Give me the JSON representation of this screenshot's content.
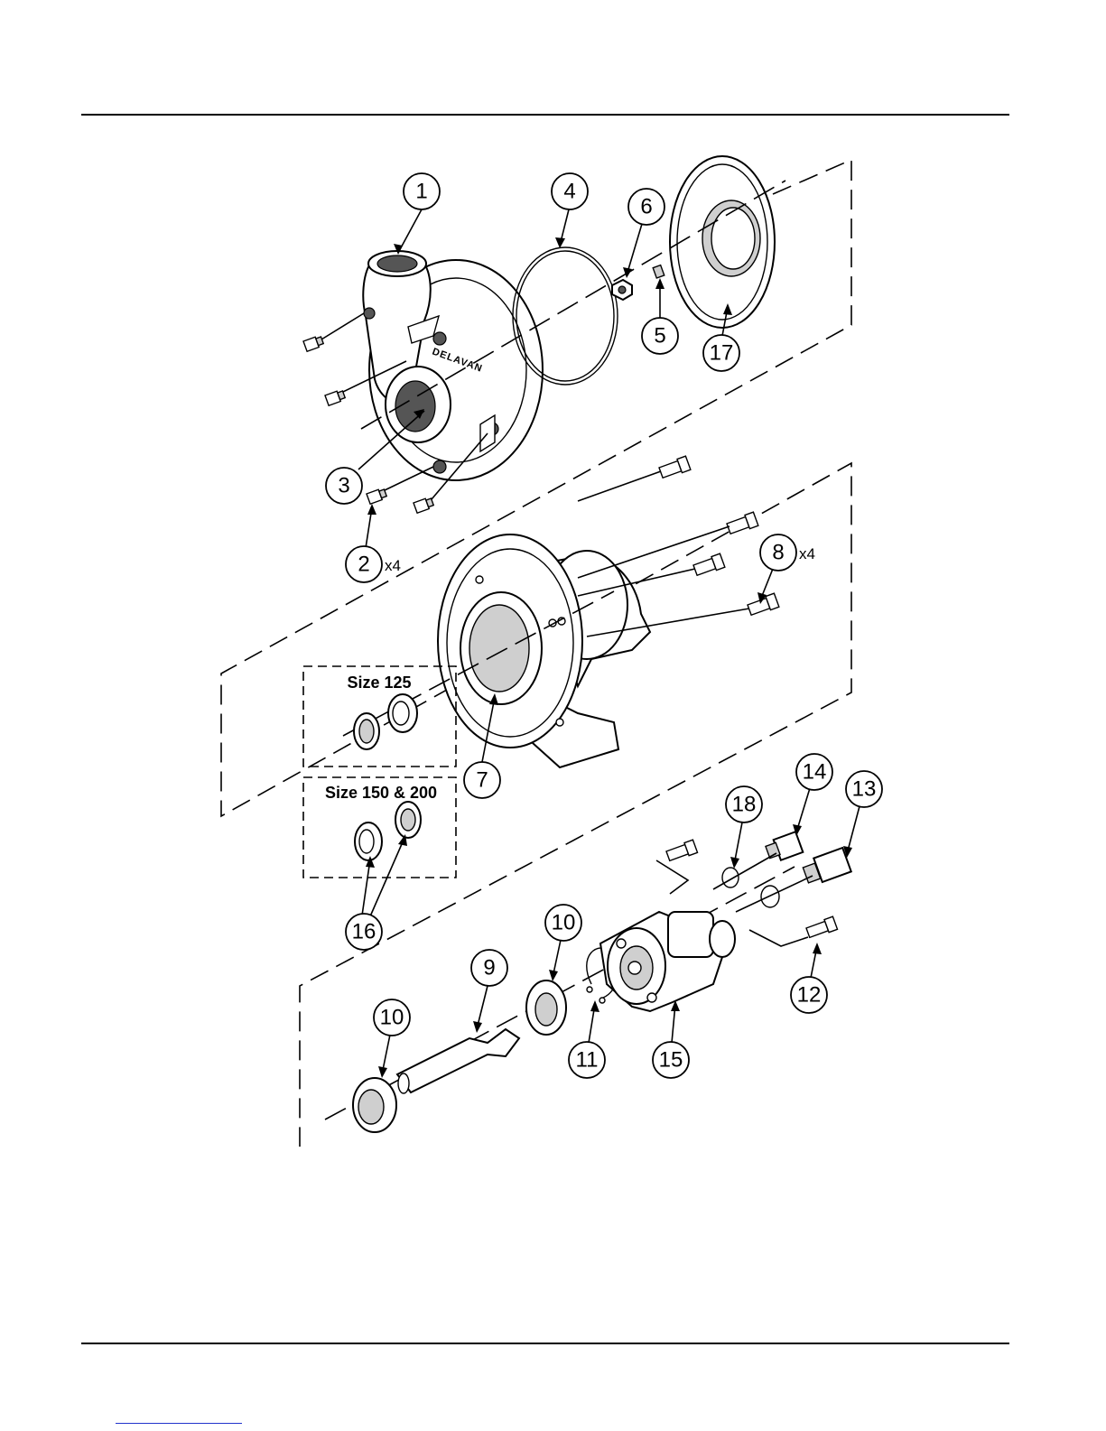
{
  "callouts": [
    {
      "id": "1",
      "label": "1"
    },
    {
      "id": "2",
      "label": "2",
      "qty": "x4"
    },
    {
      "id": "3",
      "label": "3"
    },
    {
      "id": "4",
      "label": "4"
    },
    {
      "id": "5",
      "label": "5"
    },
    {
      "id": "6",
      "label": "6"
    },
    {
      "id": "7",
      "label": "7"
    },
    {
      "id": "8",
      "label": "8",
      "qty": "x4"
    },
    {
      "id": "9",
      "label": "9"
    },
    {
      "id": "10a",
      "label": "10"
    },
    {
      "id": "10b",
      "label": "10"
    },
    {
      "id": "11",
      "label": "11"
    },
    {
      "id": "12",
      "label": "12"
    },
    {
      "id": "13",
      "label": "13"
    },
    {
      "id": "14",
      "label": "14"
    },
    {
      "id": "15",
      "label": "15"
    },
    {
      "id": "16",
      "label": "16"
    },
    {
      "id": "17",
      "label": "17"
    },
    {
      "id": "18",
      "label": "18"
    }
  ],
  "size_boxes": {
    "small": {
      "title": "Size 125"
    },
    "large": {
      "title": "Size 150 & 200"
    }
  },
  "housing_brand": "DELAVAN"
}
